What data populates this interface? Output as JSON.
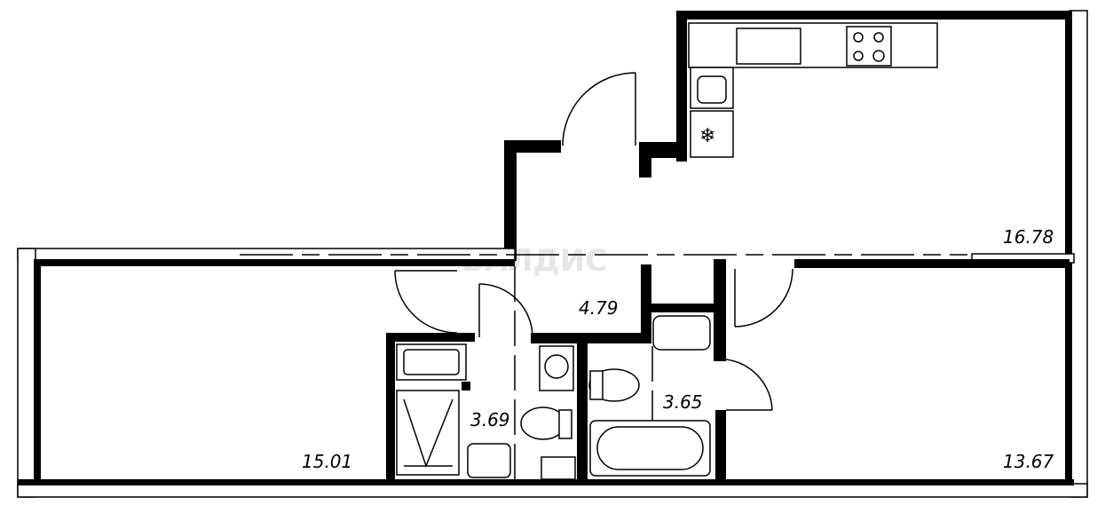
{
  "plan": {
    "watermark": "ВАЛДИС",
    "rooms": [
      {
        "name": "kitchen-living",
        "area": "16.78"
      },
      {
        "name": "hallway",
        "area": "4.79"
      },
      {
        "name": "room-left",
        "area": "15.01"
      },
      {
        "name": "bathroom-left",
        "area": "3.69"
      },
      {
        "name": "bathroom-right",
        "area": "3.65"
      },
      {
        "name": "room-right",
        "area": "13.67"
      }
    ],
    "icons": [
      "stove-icon",
      "sink-icon",
      "fridge-icon",
      "toilet-icon",
      "bathtub-icon",
      "shower-icon",
      "washer-icon"
    ]
  }
}
